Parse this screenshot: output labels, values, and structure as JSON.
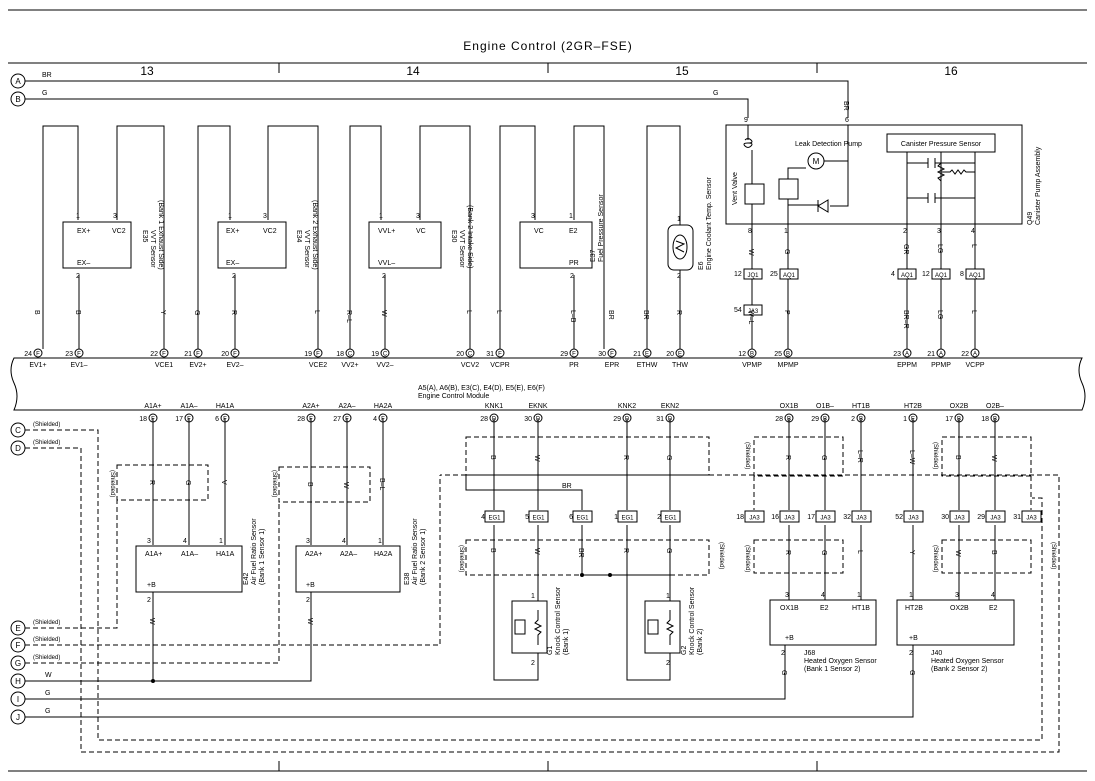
{
  "title": "Engine Control (2GR–FSE)",
  "columns": [
    "13",
    "14",
    "15",
    "16"
  ],
  "left_connectors": [
    {
      "id": "A",
      "wire": "BR"
    },
    {
      "id": "B",
      "wire": "G"
    },
    {
      "id": "C",
      "wire": "(Shielded)"
    },
    {
      "id": "D",
      "wire": "(Shielded)"
    },
    {
      "id": "E",
      "wire": "(Shielded)"
    },
    {
      "id": "F",
      "wire": "(Shielded)"
    },
    {
      "id": "G",
      "wire": "(Shielded)"
    },
    {
      "id": "H",
      "wire": "W"
    },
    {
      "id": "I",
      "wire": "G"
    },
    {
      "id": "J",
      "wire": "G"
    }
  ],
  "ecm": {
    "line1": "A5(A), A6(B), E3(C), E4(D), E5(E), E6(F)",
    "line2": "Engine Control Module"
  },
  "ecm_top_pins": [
    {
      "num": "24",
      "conn": "F",
      "name": "EV1+",
      "wire": "B"
    },
    {
      "num": "23",
      "conn": "F",
      "name": "EV1–",
      "wire": "B"
    },
    {
      "num": "22",
      "conn": "F",
      "name": "VCE1",
      "wire": "Y"
    },
    {
      "num": "21",
      "conn": "F",
      "name": "EV2+",
      "wire": "G"
    },
    {
      "num": "20",
      "conn": "F",
      "name": "EV2–",
      "wire": "R"
    },
    {
      "num": "19",
      "conn": "F",
      "name": "VCE2",
      "wire": "L"
    },
    {
      "num": "18",
      "conn": "C",
      "name": "VV2+",
      "wire": "R–L"
    },
    {
      "num": "19",
      "conn": "C",
      "name": "VV2–",
      "wire": "W"
    },
    {
      "num": "20",
      "conn": "C",
      "name": "VCV2",
      "wire": "L"
    },
    {
      "num": "31",
      "conn": "F",
      "name": "VCPR",
      "wire": "L"
    },
    {
      "num": "29",
      "conn": "F",
      "name": "PR",
      "wire": "L–B"
    },
    {
      "num": "30",
      "conn": "F",
      "name": "EPR",
      "wire": "BR"
    },
    {
      "num": "21",
      "conn": "E",
      "name": "ETHW",
      "wire": "BR"
    },
    {
      "num": "20",
      "conn": "E",
      "name": "THW",
      "wire": "R"
    },
    {
      "num": "12",
      "conn": "B",
      "name": "VPMP",
      "wire": "W–L"
    },
    {
      "num": "25",
      "conn": "B",
      "name": "MPMP",
      "wire": "P"
    },
    {
      "num": "23",
      "conn": "A",
      "name": "EPPM",
      "wire": "BR–R"
    },
    {
      "num": "21",
      "conn": "A",
      "name": "PPMP",
      "wire": "LG"
    },
    {
      "num": "22",
      "conn": "A",
      "name": "VCPP",
      "wire": "L"
    }
  ],
  "ecm_bottom_pins": [
    {
      "num": "18",
      "conn": "F",
      "name": "A1A+"
    },
    {
      "num": "17",
      "conn": "F",
      "name": "A1A–"
    },
    {
      "num": "6",
      "conn": "F",
      "name": "HA1A"
    },
    {
      "num": "28",
      "conn": "F",
      "name": "A2A+"
    },
    {
      "num": "27",
      "conn": "F",
      "name": "A2A–"
    },
    {
      "num": "4",
      "conn": "F",
      "name": "HA2A"
    },
    {
      "num": "28",
      "conn": "D",
      "name": "KNK1"
    },
    {
      "num": "30",
      "conn": "D",
      "name": "EKNK"
    },
    {
      "num": "29",
      "conn": "D",
      "name": "KNK2"
    },
    {
      "num": "31",
      "conn": "D",
      "name": "EKN2"
    },
    {
      "num": "28",
      "conn": "B",
      "name": "OX1B"
    },
    {
      "num": "29",
      "conn": "B",
      "name": "O1B–"
    },
    {
      "num": "2",
      "conn": "B",
      "name": "HT1B"
    },
    {
      "num": "1",
      "conn": "E",
      "name": "HT2B"
    },
    {
      "num": "17",
      "conn": "B",
      "name": "OX2B"
    },
    {
      "num": "18",
      "conn": "B",
      "name": "O2B–"
    }
  ],
  "sensors_top": [
    {
      "id": "E35",
      "name": "VVT Sensor",
      "sub": "(Bank 1 Exhaust Side)",
      "pins": [
        "EX+",
        "VC2",
        "EX–"
      ],
      "nums": [
        "1",
        "3",
        "2"
      ]
    },
    {
      "id": "E34",
      "name": "VVT Sensor",
      "sub": "(Bank 2 Exhaust Side)",
      "pins": [
        "EX+",
        "VC2",
        "EX–"
      ],
      "nums": [
        "1",
        "3",
        "2"
      ]
    },
    {
      "id": "E30",
      "name": "VVT Sensor",
      "sub": "(Bank 2 Intake Side)",
      "pins": [
        "VVL+",
        "VC",
        "VVL–"
      ],
      "nums": [
        "1",
        "3",
        "2"
      ]
    },
    {
      "id": "E37",
      "name": "Fuel Pressure Sensor",
      "sub": "",
      "pins": [
        "VC",
        "E2",
        "PR"
      ],
      "nums": [
        "3",
        "1",
        "2"
      ]
    },
    {
      "id": "E6",
      "name": "Engine Coolant Temp. Sensor",
      "sub": "",
      "pins": [],
      "nums": [
        "1",
        "2"
      ]
    }
  ],
  "canister": {
    "id": "Q49",
    "name": "Canister Pump Assembly",
    "vent_valve": "Vent Valve",
    "leak_pump": "Leak Detection Pump",
    "motor": "M",
    "pressure_sensor": "Canister Pressure Sensor",
    "pins": [
      "9",
      "6",
      "8",
      "1",
      "2",
      "3",
      "4"
    ],
    "top_wires": {
      "nine": "G",
      "six": "BR"
    },
    "pin_wires": [
      "W",
      "G",
      "GR",
      "LG",
      "L"
    ]
  },
  "junctions_top": [
    {
      "num": "12",
      "id": "JQ1"
    },
    {
      "num": "25",
      "id": "AQ1"
    },
    {
      "num": "54",
      "id": "JA3"
    },
    {
      "num": "4",
      "id": "AQ1"
    },
    {
      "num": "12",
      "id": "AQ1"
    },
    {
      "num": "8",
      "id": "AQ1"
    }
  ],
  "af_sensors": [
    {
      "id": "E42",
      "name": "Air Fuel Ratio Sensor",
      "sub": "(Bank 1 Sensor 1)",
      "pins": [
        "A1A+",
        "A1A–",
        "HA1A"
      ],
      "nums": [
        "3",
        "4",
        "1"
      ],
      "plus": "+B",
      "plus_num": "2",
      "wires": [
        "R",
        "G",
        "V"
      ],
      "out": "W"
    },
    {
      "id": "E38",
      "name": "Air Fuel Ratio Sensor",
      "sub": "(Bank 2 Sensor 1)",
      "pins": [
        "A2A+",
        "A2A–",
        "HA2A"
      ],
      "nums": [
        "3",
        "4",
        "1"
      ],
      "plus": "+B",
      "plus_num": "2",
      "wires": [
        "B",
        "W",
        "B–L"
      ],
      "out": "W"
    }
  ],
  "knock": [
    {
      "id": "G1",
      "name": "Knock Control Sensor",
      "sub": "(Bank 1)",
      "nums": [
        "1",
        "2"
      ]
    },
    {
      "id": "G2",
      "name": "Knock Control Sensor",
      "sub": "(Bank 2)",
      "nums": [
        "1",
        "2"
      ]
    }
  ],
  "eg_junctions": [
    {
      "num": "4",
      "id": "EG1"
    },
    {
      "num": "5",
      "id": "EG1"
    },
    {
      "num": "6",
      "id": "EG1"
    },
    {
      "num": "1",
      "id": "EG1"
    },
    {
      "num": "2",
      "id": "EG1"
    }
  ],
  "o2_sensors": [
    {
      "id": "J68",
      "name": "Heated Oxygen Sensor",
      "sub": "(Bank 1 Sensor 2)",
      "pins": [
        "OX1B",
        "E2",
        "HT1B"
      ],
      "nums": [
        "3",
        "4",
        "1"
      ],
      "plus": "+B",
      "plus_num": "2"
    },
    {
      "id": "J40",
      "name": "Heated Oxygen Sensor",
      "sub": "(Bank 2 Sensor 2)",
      "pins": [
        "HT2B",
        "OX2B",
        "E2"
      ],
      "nums": [
        "1",
        "3",
        "4"
      ],
      "plus": "+B",
      "plus_num": "2"
    }
  ],
  "ja3_junctions": [
    {
      "num": "18",
      "id": "JA3"
    },
    {
      "num": "16",
      "id": "JA3"
    },
    {
      "num": "17",
      "id": "JA3"
    },
    {
      "num": "32",
      "id": "JA3"
    },
    {
      "num": "52",
      "id": "JA3"
    },
    {
      "num": "30",
      "id": "JA3"
    },
    {
      "num": "29",
      "id": "JA3"
    },
    {
      "num": "31",
      "id": "JA3"
    }
  ],
  "labels": {
    "shielded": "(Shielded)",
    "wire_R": "R",
    "wire_G": "G",
    "wire_B": "B",
    "wire_W": "W",
    "wire_BR": "BR",
    "wire_Y": "Y",
    "wire_L": "L",
    "wire_LR": "L–R",
    "wire_LW": "L–W",
    "wire_GR": "GR",
    "wire_LG": "LG"
  }
}
